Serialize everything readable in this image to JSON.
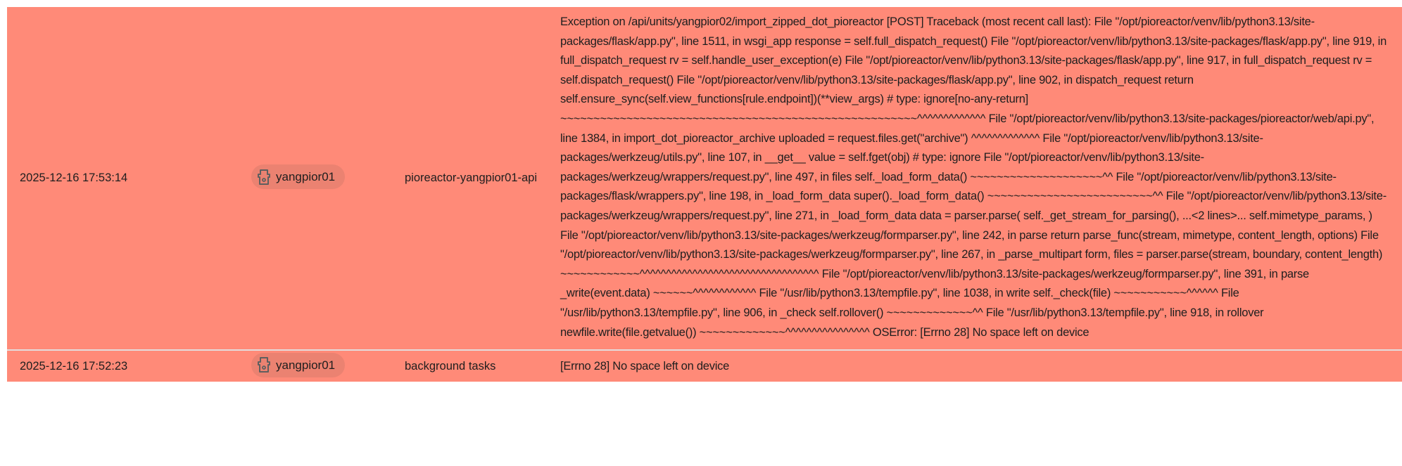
{
  "logs": [
    {
      "timestamp": "2025-12-16 17:53:14",
      "unit": "yangpior01",
      "unit_icon": "pioreactor-icon",
      "source": "pioreactor-yangpior01-api",
      "message": "Exception on /api/units/yangpior02/import_zipped_dot_pioreactor [POST] Traceback (most recent call last): File \"/opt/pioreactor/venv/lib/python3.13/site-packages/flask/app.py\", line 1511, in wsgi_app response = self.full_dispatch_request() File \"/opt/pioreactor/venv/lib/python3.13/site-packages/flask/app.py\", line 919, in full_dispatch_request rv = self.handle_user_exception(e) File \"/opt/pioreactor/venv/lib/python3.13/site-packages/flask/app.py\", line 917, in full_dispatch_request rv = self.dispatch_request() File \"/opt/pioreactor/venv/lib/python3.13/site-packages/flask/app.py\", line 902, in dispatch_request return self.ensure_sync(self.view_functions[rule.endpoint])(**view_args) # type: ignore[no-any-return] ~~~~~~~~~~~~~~~~~~~~~~~~~~~~~~~~~~~~~~~~~~~~~~~~~~~~~~^^^^^^^^^^^^^ File \"/opt/pioreactor/venv/lib/python3.13/site-packages/pioreactor/web/api.py\", line 1384, in import_dot_pioreactor_archive uploaded = request.files.get(\"archive\") ^^^^^^^^^^^^^ File \"/opt/pioreactor/venv/lib/python3.13/site-packages/werkzeug/utils.py\", line 107, in __get__ value = self.fget(obj) # type: ignore File \"/opt/pioreactor/venv/lib/python3.13/site-packages/werkzeug/wrappers/request.py\", line 497, in files self._load_form_data() ~~~~~~~~~~~~~~~~~~~~^^ File \"/opt/pioreactor/venv/lib/python3.13/site-packages/flask/wrappers.py\", line 198, in _load_form_data super()._load_form_data() ~~~~~~~~~~~~~~~~~~~~~~~~~^^ File \"/opt/pioreactor/venv/lib/python3.13/site-packages/werkzeug/wrappers/request.py\", line 271, in _load_form_data data = parser.parse( self._get_stream_for_parsing(), ...<2 lines>... self.mimetype_params, ) File \"/opt/pioreactor/venv/lib/python3.13/site-packages/werkzeug/formparser.py\", line 242, in parse return parse_func(stream, mimetype, content_length, options) File \"/opt/pioreactor/venv/lib/python3.13/site-packages/werkzeug/formparser.py\", line 267, in _parse_multipart form, files = parser.parse(stream, boundary, content_length) ~~~~~~~~~~~~^^^^^^^^^^^^^^^^^^^^^^^^^^^^^^^^^^ File \"/opt/pioreactor/venv/lib/python3.13/site-packages/werkzeug/formparser.py\", line 391, in parse _write(event.data) ~~~~~~^^^^^^^^^^^^ File \"/usr/lib/python3.13/tempfile.py\", line 1038, in write self._check(file) ~~~~~~~~~~~^^^^^^ File \"/usr/lib/python3.13/tempfile.py\", line 906, in _check self.rollover() ~~~~~~~~~~~~~^^ File \"/usr/lib/python3.13/tempfile.py\", line 918, in rollover newfile.write(file.getvalue()) ~~~~~~~~~~~~~^^^^^^^^^^^^^^^^ OSError: [Errno 28] No space left on device"
    },
    {
      "timestamp": "2025-12-16 17:52:23",
      "unit": "yangpior01",
      "unit_icon": "pioreactor-icon",
      "source": "background tasks",
      "message": "[Errno 28] No space left on device"
    }
  ],
  "colors": {
    "error_row": "#ff8a78",
    "chip": "#eb8271",
    "icon": "#5f5f5f"
  }
}
